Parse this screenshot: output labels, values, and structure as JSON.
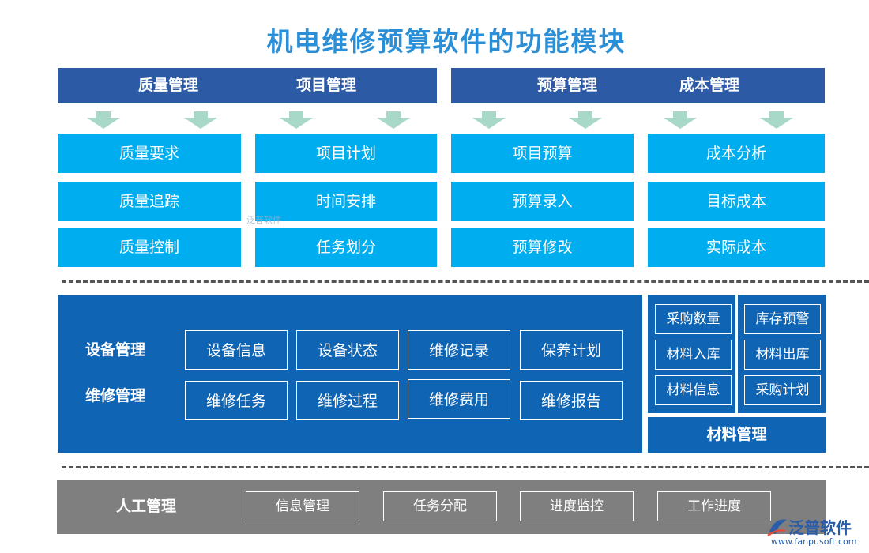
{
  "title": "机电维修预算软件的功能模块",
  "top_headers": [
    "质量管理",
    "项目管理",
    "预算管理",
    "成本管理"
  ],
  "columns": [
    {
      "items": [
        "质量要求",
        "质量追踪",
        "质量控制"
      ]
    },
    {
      "items": [
        "项目计划",
        "时间安排",
        "任务划分"
      ]
    },
    {
      "items": [
        "项目预算",
        "预算录入",
        "预算修改"
      ]
    },
    {
      "items": [
        "成本分析",
        "目标成本",
        "实际成本"
      ]
    }
  ],
  "equipment": {
    "label1": "设备管理",
    "label2": "维修管理",
    "row1": [
      "设备信息",
      "设备状态",
      "维修记录",
      "保养计划"
    ],
    "row2": [
      "维修任务",
      "维修过程",
      "维修费用",
      "维修报告"
    ]
  },
  "materials": {
    "label": "材料管理",
    "left": [
      "采购数量",
      "材料入库",
      "材料信息"
    ],
    "right": [
      "库存预警",
      "材料出库",
      "采购计划"
    ]
  },
  "labor": {
    "label": "人工管理",
    "items": [
      "信息管理",
      "任务分配",
      "进度监控",
      "工作进度"
    ]
  },
  "logo": {
    "name": "泛普软件",
    "url": "www.fanpusoft.com"
  },
  "watermark": "泛普软件",
  "colors": {
    "header": "#2d5aa5",
    "cyan": "#00aeef",
    "panel": "#0f64b3",
    "grey": "#7f7f7f",
    "arrow": "#a8d9c8",
    "title": "#2a8fd6"
  }
}
